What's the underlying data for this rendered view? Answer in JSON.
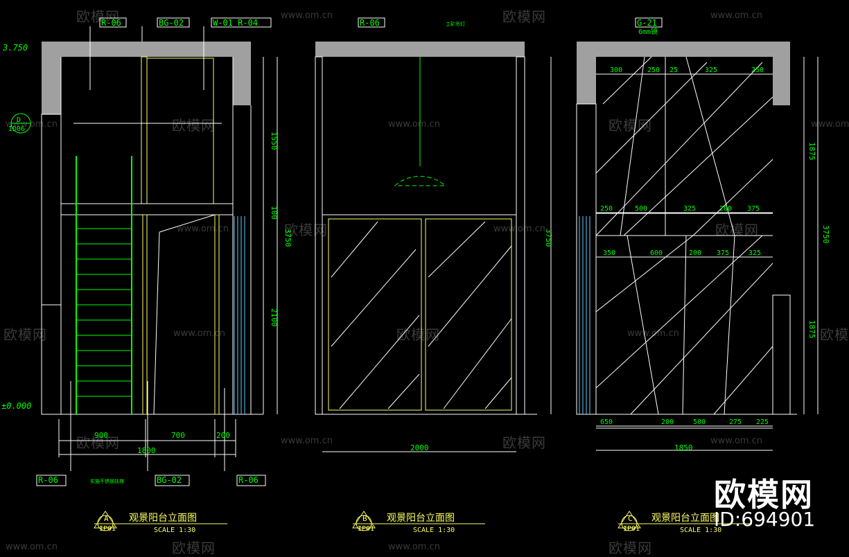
{
  "watermark": {
    "site": "www.om.cn",
    "brand": "欧模网"
  },
  "brand_overlay": {
    "logo": "欧模网",
    "id_text": "ID:694901"
  },
  "level_marks": {
    "top": "3.750",
    "bottom": "±0.000"
  },
  "section_marker": {
    "num": "D",
    "ref": "ID06"
  },
  "elevation_a": {
    "tags": [
      "R-06",
      "BG-02",
      "W-01 R-04"
    ],
    "bottom_tags": [
      "R-06",
      "BG-02",
      "R-06"
    ],
    "note": "实施不锈钢扶梯",
    "dims_h": [
      "900",
      "700",
      "200"
    ],
    "total_w": "1800",
    "dims_v": [
      "1550",
      "100",
      "2100"
    ],
    "total_h": "3750",
    "title": "观景阳台立面图",
    "scale": "SCALE 1:30",
    "marker": {
      "letter": "A",
      "sheet": "IP01"
    }
  },
  "elevation_b": {
    "tag": "R-06",
    "lamp_note": "工矿吊灯",
    "total_w": "2000",
    "total_h": "3750",
    "title": "观景阳台立面图",
    "scale": "SCALE 1:30",
    "marker": {
      "letter": "B",
      "sheet": "IP01"
    }
  },
  "elevation_c": {
    "tag": "G-21",
    "tag_sub": "6mm镜",
    "top_dims": [
      "300",
      "250",
      "25",
      "325",
      "250"
    ],
    "mid_dims_1": [
      "250",
      "500",
      "325",
      "200",
      "375"
    ],
    "mid_dims_2": [
      "350",
      "600",
      "200",
      "375",
      "325"
    ],
    "bottom_dims": [
      "650",
      "200",
      "500",
      "275",
      "225"
    ],
    "total_w": "1850",
    "dims_v": [
      "1875",
      "1875"
    ],
    "total_h": "3750",
    "title": "观景阳台立面图",
    "scale": "SCALE 1:30",
    "marker": {
      "letter": "C",
      "sheet": "IP01"
    }
  },
  "colors": {
    "line_white": "#ffffff",
    "line_green": "#00ff00",
    "line_yellow": "#ffff66",
    "line_cyan": "#66ccff",
    "wall_gray": "#a0a0a0",
    "watermark": "#3a3a3a"
  }
}
